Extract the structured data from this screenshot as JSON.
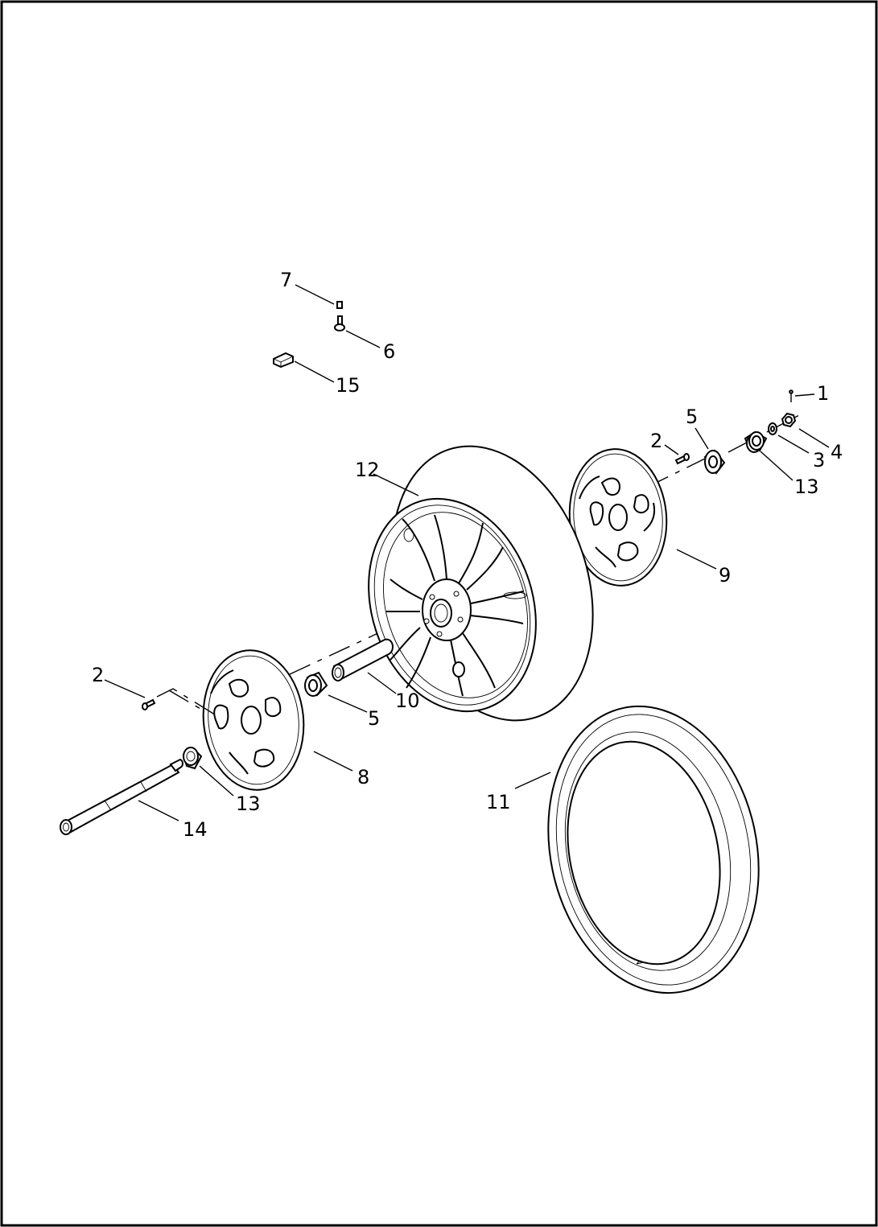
{
  "diagram": {
    "callouts": [
      {
        "id": "c1",
        "text": "1"
      },
      {
        "id": "c2a",
        "text": "2"
      },
      {
        "id": "c2b",
        "text": "2"
      },
      {
        "id": "c3",
        "text": "3"
      },
      {
        "id": "c4",
        "text": "4"
      },
      {
        "id": "c5a",
        "text": "5"
      },
      {
        "id": "c5b",
        "text": "5"
      },
      {
        "id": "c6",
        "text": "6"
      },
      {
        "id": "c7",
        "text": "7"
      },
      {
        "id": "c8",
        "text": "8"
      },
      {
        "id": "c9",
        "text": "9"
      },
      {
        "id": "c10",
        "text": "10"
      },
      {
        "id": "c11",
        "text": "11"
      },
      {
        "id": "c12",
        "text": "12"
      },
      {
        "id": "c13a",
        "text": "13"
      },
      {
        "id": "c13b",
        "text": "13"
      },
      {
        "id": "c14",
        "text": "14"
      },
      {
        "id": "c15",
        "text": "15"
      }
    ],
    "colors": {
      "line": "#000000",
      "background": "#ffffff"
    }
  }
}
